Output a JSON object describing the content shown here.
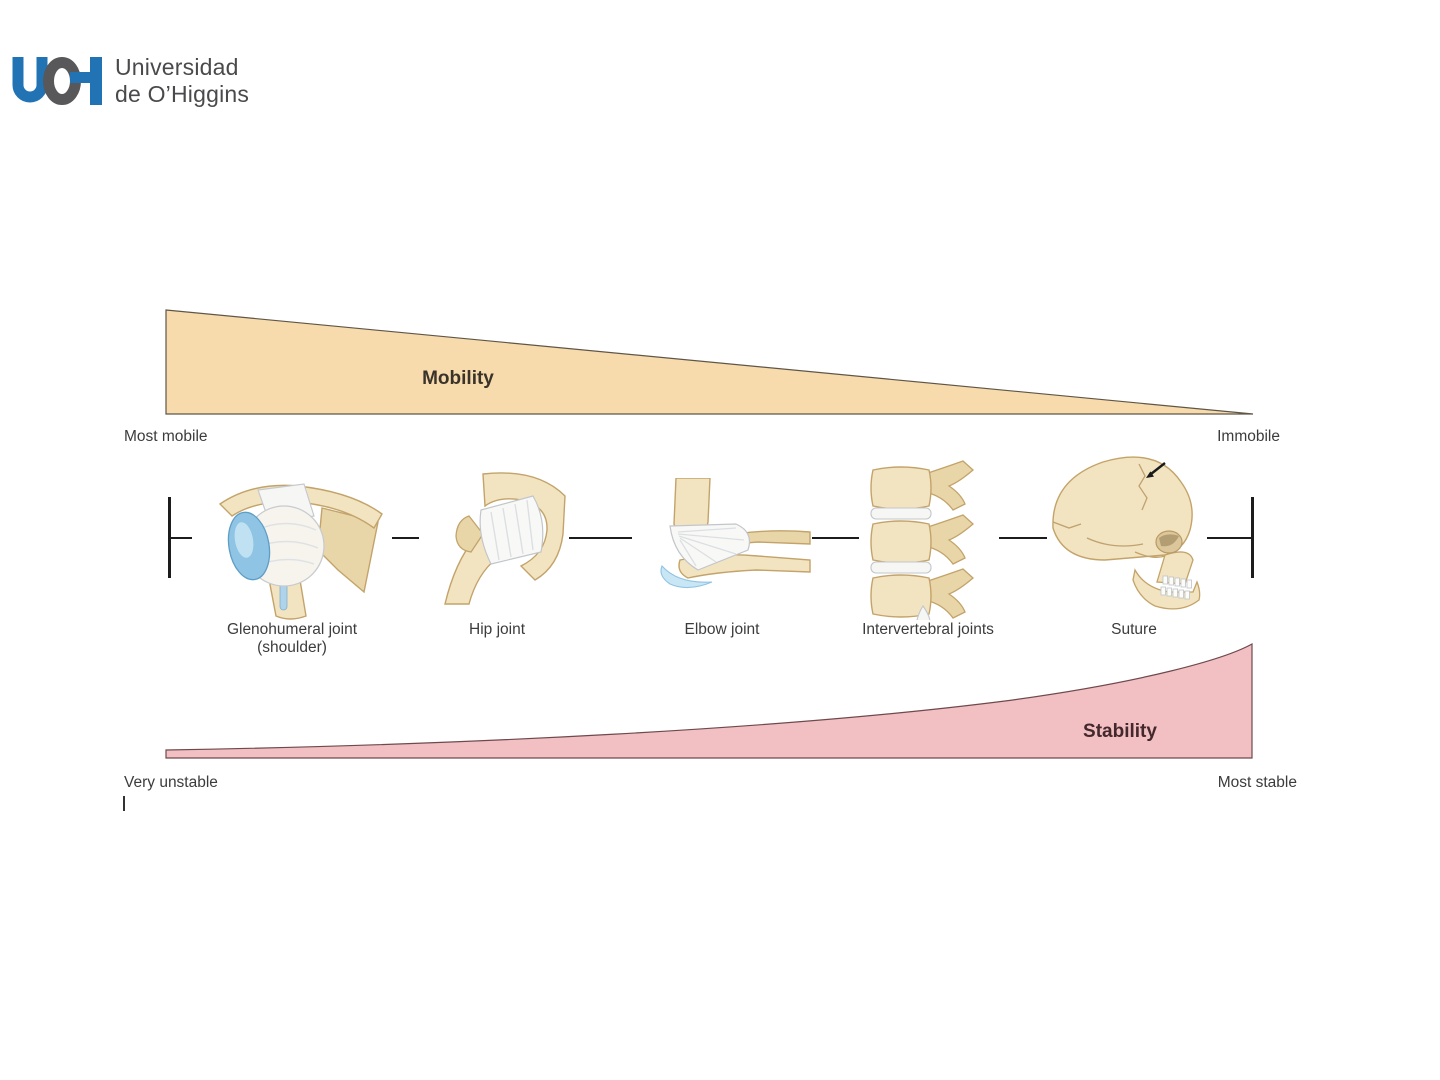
{
  "logo": {
    "acronym": "UOH",
    "name_line1": "Universidad",
    "name_line2": "de O’Higgins"
  },
  "mobility_band": {
    "label": "Mobility",
    "left_endpoint": "Most mobile",
    "right_endpoint": "Immobile"
  },
  "stability_band": {
    "label": "Stability",
    "left_endpoint": "Very unstable",
    "right_endpoint": "Most stable"
  },
  "joints": [
    {
      "label": "Glenohumeral joint",
      "sublabel": "(shoulder)"
    },
    {
      "label": "Hip joint",
      "sublabel": ""
    },
    {
      "label": "Elbow joint",
      "sublabel": ""
    },
    {
      "label": "Intervertebral joints",
      "sublabel": ""
    },
    {
      "label": "Suture",
      "sublabel": ""
    }
  ],
  "colors": {
    "mobility_fill": "#F8DBAD",
    "mobility_outline": "#6E5F49",
    "stability_fill": "#F2C0C2",
    "stability_outline": "#8A5F63",
    "logo_blue": "#2173B4",
    "logo_gray": "#58585A",
    "text": "#3C3C3D",
    "axis": "#1C1C1C"
  }
}
